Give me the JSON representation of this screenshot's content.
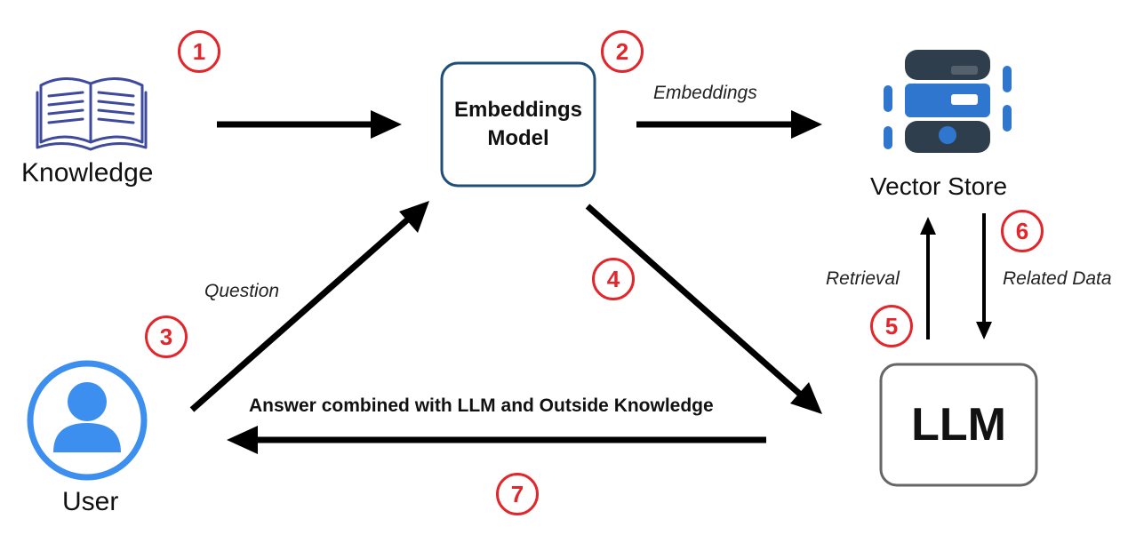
{
  "nodes": {
    "knowledge": "Knowledge",
    "embeddings_model": "Embeddings\nModel",
    "vector_store": "Vector Store",
    "user": "User",
    "llm": "LLM"
  },
  "edges": {
    "embeddings": "Embeddings",
    "question": "Question",
    "retrieval": "Retrieval",
    "related_data": "Related Data",
    "answer": "Answer combined with LLM and Outside Knowledge"
  },
  "steps": [
    "1",
    "2",
    "3",
    "4",
    "5",
    "6",
    "7"
  ],
  "colors": {
    "badge": "#e3262b",
    "embeddings_box_border": "#1f4e79",
    "llm_box_border": "#666666",
    "user_icon": "#3d8fef",
    "vector_store_dark": "#2f3e4c",
    "vector_store_blue": "#2f76cf",
    "book": "#3e4a9e"
  },
  "icons": [
    "book-icon",
    "database-icon",
    "user-icon"
  ]
}
